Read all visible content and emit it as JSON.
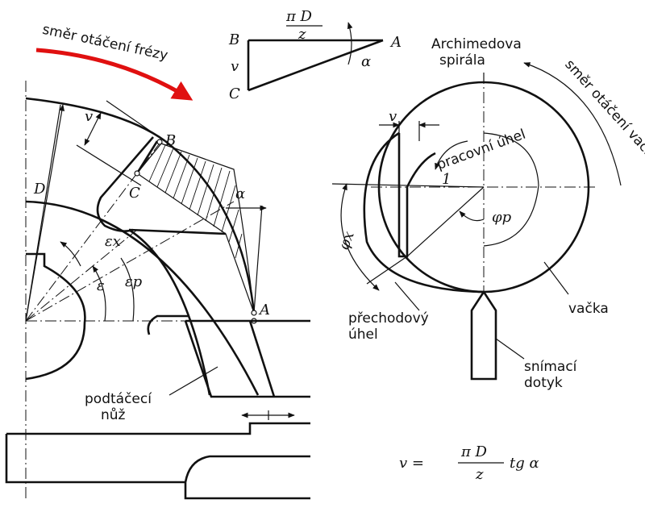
{
  "labels": {
    "rotation_cutter": "směr otáčení frézy",
    "rotation_cam": "směr otáčení vačky",
    "archimedes": "Archimedova",
    "spiral": "spirála",
    "working_angle": "pracovní úhel",
    "transition_1": "přechodový",
    "transition_2": "úhel",
    "cam": "vačka",
    "probe_1": "snímací",
    "probe_2": "dotyk",
    "tool_1": "podtáčecí",
    "tool_2": "nůž",
    "pt_A": "A",
    "pt_A2": "A",
    "pt_B": "B",
    "pt_B2": "B",
    "pt_C": "C",
    "pt_C2": "C",
    "v1": "v",
    "v2": "v",
    "v3": "v",
    "D": "D",
    "alpha1": "α",
    "alpha2": "α",
    "eps": "ε",
    "eps_x": "εx",
    "eps_p": "εp",
    "phi_x": "φx",
    "phi_p": "φp",
    "piD": "π D",
    "z": "z",
    "formula_lhs": "v =",
    "formula_num": "π D",
    "formula_den": "z",
    "formula_rhs": "tg α",
    "one": "1"
  },
  "colors": {
    "line": "#111111",
    "arrow_red": "#e01010",
    "background": "#ffffff"
  }
}
